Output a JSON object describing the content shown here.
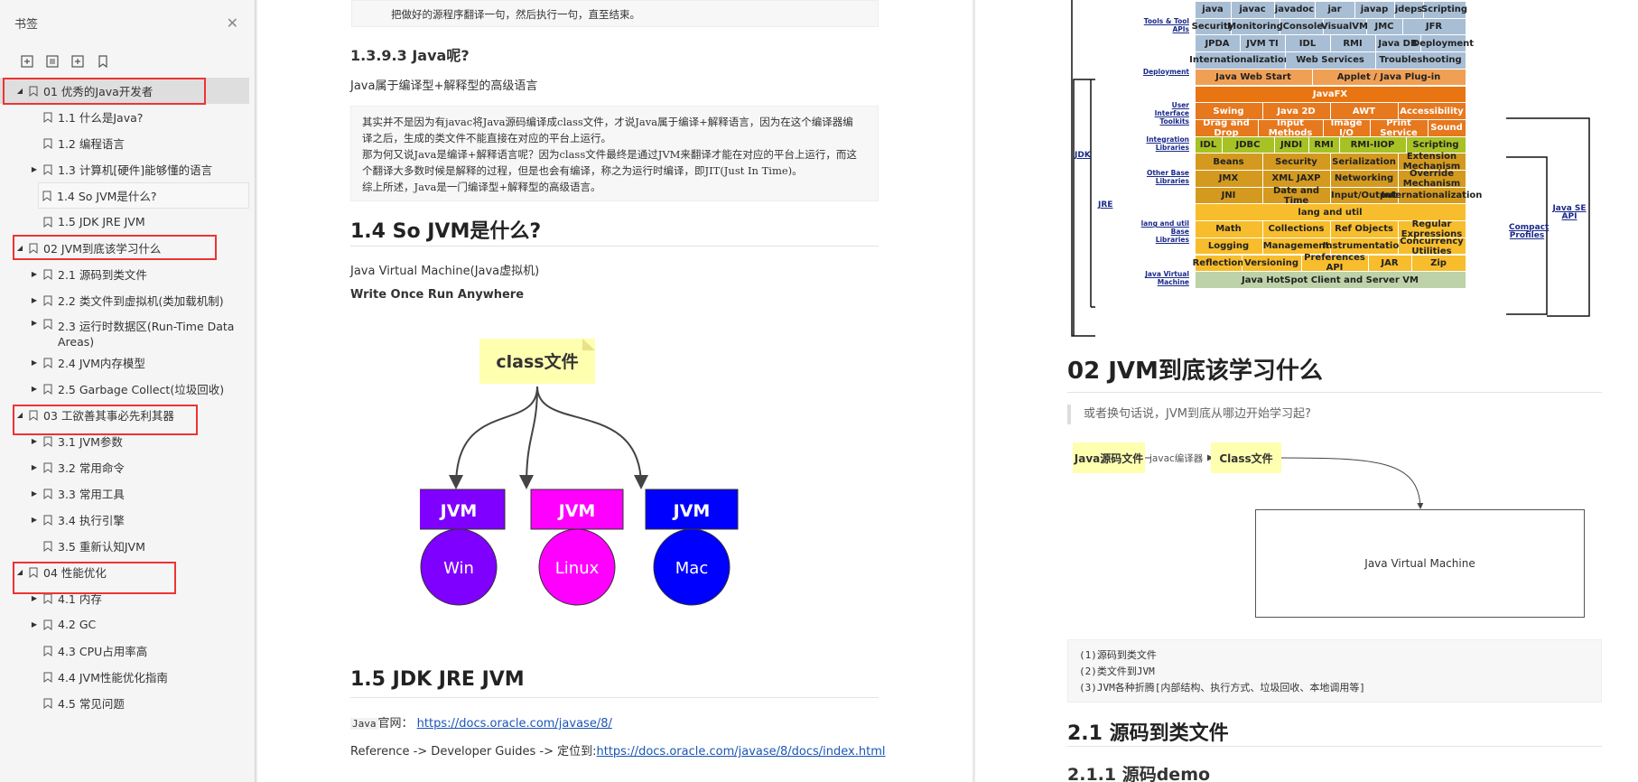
{
  "sidebar": {
    "title": "书签",
    "close_icon": "close-icon",
    "tools": [
      "expand-all-icon",
      "collapse-all-icon",
      "add-bookmark-icon",
      "bookmark-icon"
    ],
    "items": [
      {
        "label": "01 优秀的Java开发者",
        "level": 0
      },
      {
        "label": "1.1 什么是Java?",
        "level": 1
      },
      {
        "label": "1.2 编程语言",
        "level": 1
      },
      {
        "label": "1.3 计算机[硬件]能够懂的语言",
        "level": 1
      },
      {
        "label": "1.4 So JVM是什么?",
        "level": 1
      },
      {
        "label": "1.5 JDK JRE JVM",
        "level": 1
      },
      {
        "label": "02 JVM到底该学习什么",
        "level": 0
      },
      {
        "label": "2.1 源码到类文件",
        "level": 1
      },
      {
        "label": "2.2 类文件到虚拟机(类加载机制)",
        "level": 1
      },
      {
        "label": "2.3 运行时数据区(Run-Time Data Areas)",
        "level": 1
      },
      {
        "label": "2.4 JVM内存模型",
        "level": 1
      },
      {
        "label": "2.5 Garbage Collect(垃圾回收)",
        "level": 1
      },
      {
        "label": "03 工欲善其事必先利其器",
        "level": 0
      },
      {
        "label": "3.1 JVM参数",
        "level": 1
      },
      {
        "label": "3.2 常用命令",
        "level": 1
      },
      {
        "label": "3.3 常用工具",
        "level": 1
      },
      {
        "label": "3.4 执行引擎",
        "level": 1
      },
      {
        "label": "3.5 重新认知JVM",
        "level": 1
      },
      {
        "label": "04 性能优化",
        "level": 0
      },
      {
        "label": "4.1 内存",
        "level": 1
      },
      {
        "label": "4.2 GC",
        "level": 1
      },
      {
        "label": "4.3 CPU占用率高",
        "level": 1
      },
      {
        "label": "4.4 JVM性能优化指南",
        "level": 1
      },
      {
        "label": "4.5 常见问题",
        "level": 1
      }
    ]
  },
  "page1": {
    "top_note": "把做好的源程序翻译一句，然后执行一句，直至结束。",
    "h_139_3": "1.3.9.3 Java呢?",
    "p_java_type": "Java属于编译型+解释型的高级语言",
    "note_lines": [
      "其实并不是因为有javac将Java源码编译成class文件，才说Java属于编译+解释语言，因为在这个编译器编",
      "译之后，生成的类文件不能直接在对应的平台上运行。",
      "那为何又说Java是编译+解释语言呢？因为class文件最终是通过JVM来翻译才能在对应的平台上运行，而这",
      "个翻译大多数时候是解释的过程，但是也会有编译，称之为运行时编译，即JIT(Just In Time)。",
      "综上所述，Java是一门编译型+解释型的高级语言。"
    ],
    "h_14": "1.4 So JVM是什么?",
    "p_jvm": "Java Virtual Machine(Java虚拟机)",
    "p_wora": "Write Once Run Anywhere",
    "diagram": {
      "root": "class文件",
      "jvm_label": "JVM",
      "nodes": [
        {
          "os": "Win",
          "color": "#7f00ff"
        },
        {
          "os": "Linux",
          "color": "#ff00ff"
        },
        {
          "os": "Mac",
          "color": "#0000ff"
        }
      ]
    },
    "h_15": "1.5 JDK JRE JVM",
    "p_site_tag": "Java",
    "p_site_label": "官网：",
    "p_site_url": "https://docs.oracle.com/javase/8/",
    "p_ref_prefix": "Reference -> Developer Guides -> 定位到:",
    "p_ref_url": "https://docs.oracle.com/javase/8/docs/index.html"
  },
  "page2": {
    "javase": {
      "rows": [
        {
          "label": "",
          "cells": [
            "java",
            "javac",
            "javadoc",
            "jar",
            "javap",
            "jdeps",
            "Scripting"
          ]
        },
        {
          "label": "Tools & Tool APIs",
          "cells": [
            "Security",
            "Monitoring",
            "JConsole",
            "VisualVM",
            "JMC",
            "JFR"
          ]
        },
        {
          "label": "",
          "cells": [
            "JPDA",
            "JVM TI",
            "IDL",
            "RMI",
            "Java DB",
            "Deployment"
          ]
        },
        {
          "label": "",
          "cells": [
            "Internationalization",
            "Web Services",
            "Troubleshooting"
          ]
        },
        {
          "label": "Deployment",
          "cells": [
            "Java Web Start",
            "Applet / Java Plug-in"
          ]
        },
        {
          "label": "",
          "cells": [
            "JavaFX"
          ]
        },
        {
          "label": "User Interface Toolkits",
          "cells": [
            "Swing",
            "Java 2D",
            "AWT",
            "Accessibility"
          ]
        },
        {
          "label": "",
          "cells": [
            "Drag and Drop",
            "Input Methods",
            "Image I/O",
            "Print Service",
            "Sound"
          ]
        },
        {
          "label": "Integration Libraries",
          "cells": [
            "IDL",
            "JDBC",
            "JNDI",
            "RMI",
            "RMI-IIOP",
            "Scripting"
          ]
        },
        {
          "label": "",
          "cells": [
            "Beans",
            "Security",
            "Serialization",
            "Extension Mechanism"
          ]
        },
        {
          "label": "Other Base Libraries",
          "cells": [
            "JMX",
            "XML JAXP",
            "Networking",
            "Override Mechanism"
          ]
        },
        {
          "label": "",
          "cells": [
            "JNI",
            "Date and Time",
            "Input/Output",
            "Internationalization"
          ]
        },
        {
          "label": "",
          "cells": [
            "lang and util"
          ]
        },
        {
          "label": "lang and util Base Libraries",
          "cells": [
            "Math",
            "Collections",
            "Ref Objects",
            "Regular Expressions"
          ]
        },
        {
          "label": "",
          "cells": [
            "Logging",
            "Management",
            "Instrumentation",
            "Concurrency Utilities"
          ]
        },
        {
          "label": "",
          "cells": [
            "Reflection",
            "Versioning",
            "Preferences API",
            "JAR",
            "Zip"
          ]
        },
        {
          "label": "Java Virtual Machine",
          "cells": [
            "Java HotSpot Client and Server VM"
          ]
        }
      ],
      "side_labels": {
        "jdk": "JDK",
        "jre": "JRE",
        "compact": "Compact Profiles",
        "javase_api": "Java SE API"
      }
    },
    "h_02": "02 JVM到底该学习什么",
    "quote": "或者换句话说，JVM到底从哪边开始学习起?",
    "flow": {
      "src": "Java源码文件",
      "arrow_label": "javac编译器",
      "dst": "Class文件",
      "vm": "Java Virtual Machine"
    },
    "code_lines": [
      "(1)源码到类文件",
      "(2)类文件到JVM",
      "(3)JVM各种折腾[内部结构、执行方式、垃圾回收、本地调用等]"
    ],
    "h_21": "2.1 源码到类文件",
    "h_211": "2.1.1 源码demo"
  }
}
